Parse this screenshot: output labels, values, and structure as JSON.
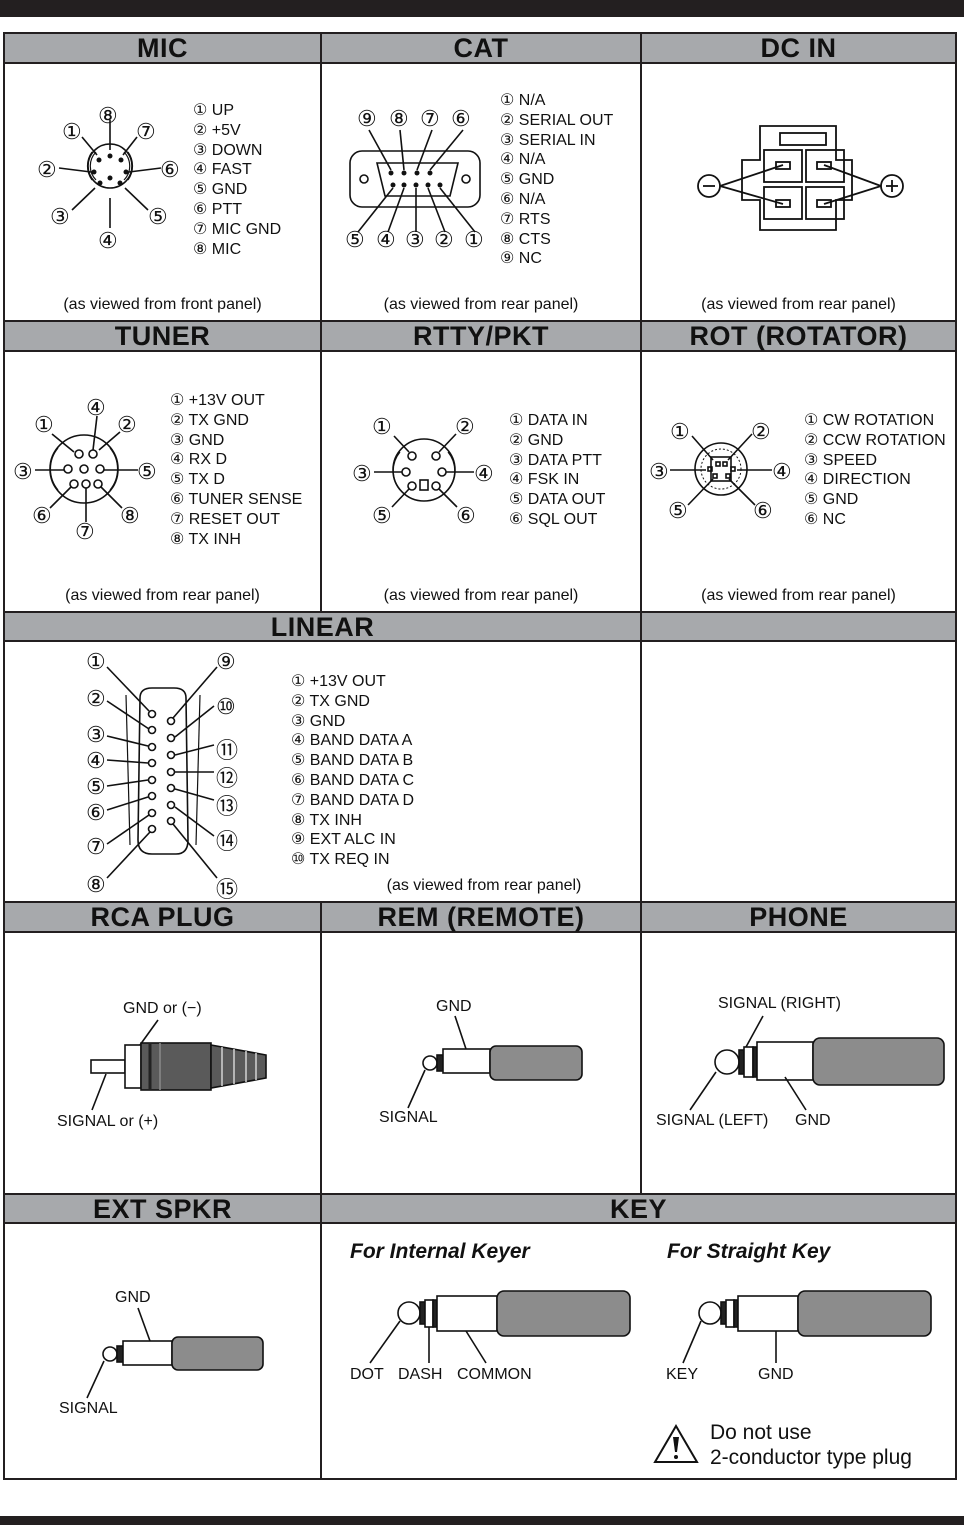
{
  "sections": {
    "mic": {
      "title": "MIC",
      "pins": [
        "① UP",
        "② +5V",
        "③ DOWN",
        "④ FAST",
        "⑤ GND",
        "⑥ PTT",
        "⑦ MIC GND",
        "⑧ MIC"
      ],
      "caption": "(as  viewed from front panel)",
      "pin_numbers": [
        "①",
        "②",
        "③",
        "④",
        "⑤",
        "⑥",
        "⑦",
        "⑧"
      ]
    },
    "cat": {
      "title": "CAT",
      "pins": [
        "① N/A",
        "② SERIAL OUT",
        "③ SERIAL IN",
        "④ N/A",
        "⑤ GND",
        "⑥ N/A",
        "⑦ RTS",
        "⑧ CTS",
        "⑨ NC"
      ],
      "caption": "(as  viewed from rear panel)",
      "pin_numbers": [
        "①",
        "②",
        "③",
        "④",
        "⑤",
        "⑥",
        "⑦",
        "⑧",
        "⑨"
      ]
    },
    "dcin": {
      "title": "DC IN",
      "caption": "(as  viewed from rear panel)",
      "minus": "−",
      "plus": "+"
    },
    "tuner": {
      "title": "TUNER",
      "pins": [
        "① +13V OUT",
        "② TX GND",
        "③ GND",
        "④ RX D",
        "⑤ TX D",
        "⑥ TUNER SENSE",
        "⑦ RESET OUT",
        "⑧ TX INH"
      ],
      "caption": "(as  viewed from rear panel)",
      "pin_numbers": [
        "①",
        "②",
        "③",
        "④",
        "⑤",
        "⑥",
        "⑦",
        "⑧"
      ]
    },
    "rtty": {
      "title": "RTTY/PKT",
      "pins": [
        "① DATA IN",
        "② GND",
        "③ DATA PTT",
        "④ FSK IN",
        "⑤ DATA OUT",
        "⑥ SQL OUT"
      ],
      "caption": "(as  viewed from rear panel)",
      "pin_numbers": [
        "①",
        "②",
        "③",
        "④",
        "⑤",
        "⑥"
      ]
    },
    "rot": {
      "title": "ROT (ROTATOR)",
      "pins": [
        "① CW ROTATION",
        "② CCW ROTATION",
        "③ SPEED",
        "④ DIRECTION",
        "⑤ GND",
        "⑥ NC"
      ],
      "caption": "(as  viewed from rear panel)",
      "pin_numbers": [
        "①",
        "②",
        "③",
        "④",
        "⑤",
        "⑥"
      ]
    },
    "linear": {
      "title": "LINEAR",
      "pins": [
        "① +13V OUT",
        "② TX GND",
        "③ GND",
        "④ BAND DATA A",
        "⑤ BAND DATA B",
        "⑥ BAND DATA C",
        "⑦ BAND DATA D",
        "⑧ TX INH",
        "⑨ EXT ALC IN",
        "⑩ TX REQ IN"
      ],
      "caption": "(as  viewed from rear panel)",
      "pin_numbers": [
        "①",
        "②",
        "③",
        "④",
        "⑤",
        "⑥",
        "⑦",
        "⑧",
        "⑨",
        "⑩",
        "⑪",
        "⑫",
        "⑬",
        "⑭",
        "⑮"
      ]
    },
    "rca": {
      "title": "RCA PLUG",
      "gnd_label": "GND or (−)",
      "signal_label": "SIGNAL or (+)"
    },
    "rem": {
      "title": "REM (REMOTE)",
      "gnd_label": "GND",
      "signal_label": "SIGNAL"
    },
    "phone": {
      "title": "PHONE",
      "signal_right_label": "SIGNAL (RIGHT)",
      "signal_left_label": "SIGNAL (LEFT)",
      "gnd_label": "GND"
    },
    "ext_spkr": {
      "title": "EXT SPKR",
      "gnd_label": "GND",
      "signal_label": "SIGNAL"
    },
    "key": {
      "title": "KEY",
      "internal_keyer_heading": "For Internal Keyer",
      "straight_key_heading": "For Straight Key",
      "dot_label": "DOT",
      "dash_label": "DASH",
      "common_label": "COMMON",
      "key_label": "KEY",
      "gnd_label": "GND",
      "warning_line1": "Do not use",
      "warning_line2": "2-conductor type plug"
    }
  }
}
